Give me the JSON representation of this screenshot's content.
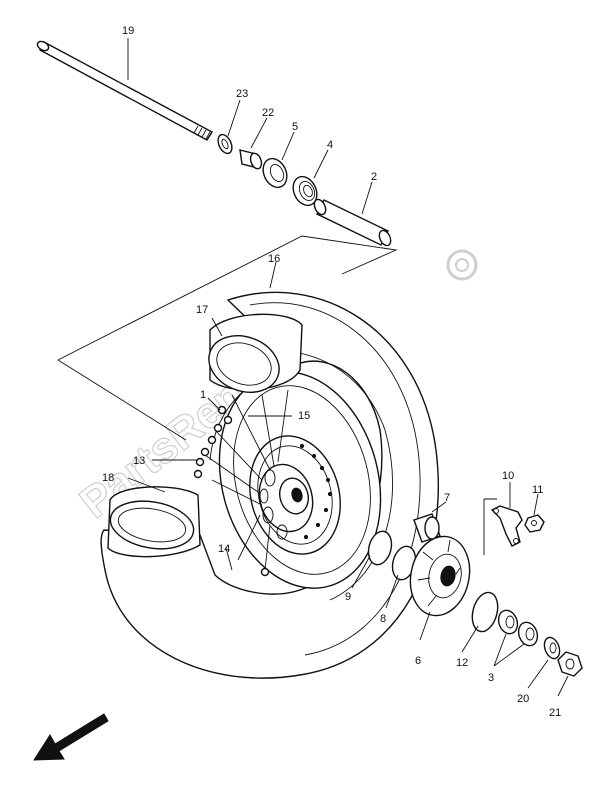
{
  "watermark": {
    "text": "PartsRepublik",
    "color": "#cccccc"
  },
  "callouts": {
    "c1": "1",
    "c2": "2",
    "c3": "3",
    "c4": "4",
    "c5": "5",
    "c6": "6",
    "c7": "7",
    "c8": "8",
    "c9": "9",
    "c10": "10",
    "c11": "11",
    "c12": "12",
    "c13": "13",
    "c14": "14",
    "c15": "15",
    "c16": "16",
    "c17": "17",
    "c18": "18",
    "c19": "19",
    "c20": "20",
    "c21": "21",
    "c22": "22",
    "c23": "23"
  },
  "icons": {
    "direction": "front-arrow-icon",
    "logo": "gear-logo-icon"
  }
}
